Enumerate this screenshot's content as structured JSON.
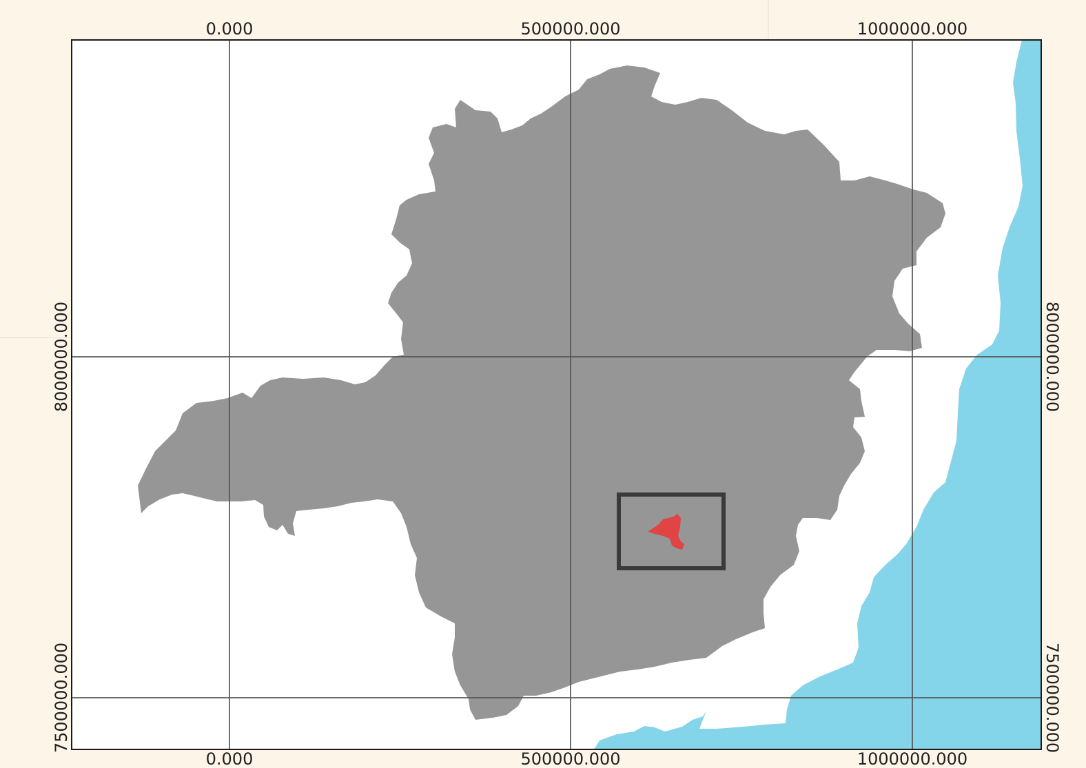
{
  "map": {
    "grid_labels": {
      "x": [
        "0.000",
        "500000.000",
        "1000000.000"
      ],
      "y": [
        "8000000.000",
        "7500000.000"
      ]
    },
    "colors": {
      "page_background": "#fdf5e8",
      "map_background": "#ffffff",
      "land": "#969696",
      "ocean": "#84d4ea",
      "highlight_region": "#e04444",
      "inset_frame": "#3a3a3a",
      "grid": "#555555"
    },
    "layers": [
      "state-boundary",
      "ocean",
      "highlighted-municipality",
      "inset-extent-box"
    ]
  }
}
